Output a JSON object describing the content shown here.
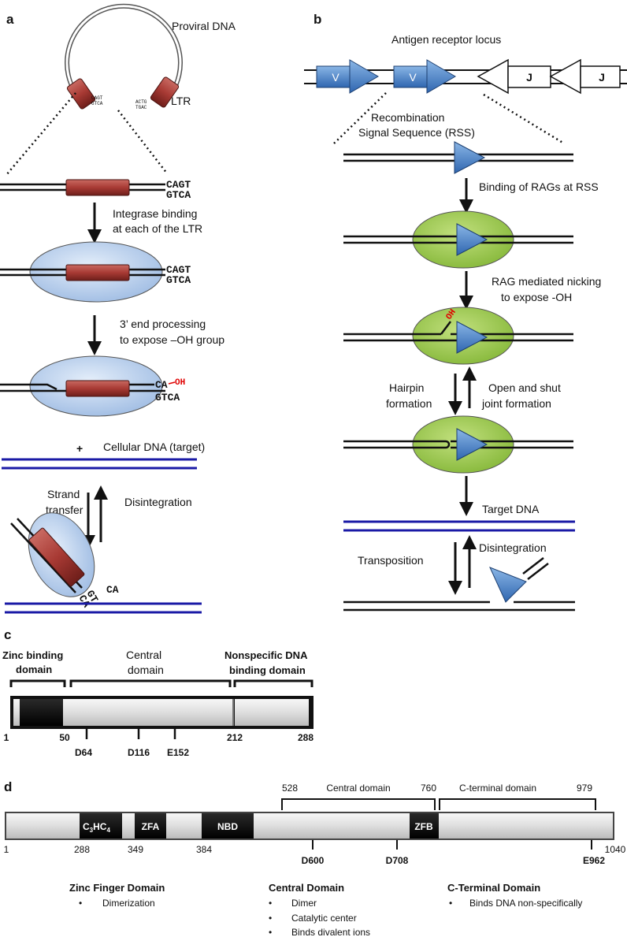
{
  "panel_a": {
    "label": "a",
    "proviral_dna": "Proviral DNA",
    "ltr": "LTR",
    "ltr_left_top": "CAGT",
    "ltr_left_bottom": "GTCA",
    "ltr_right_top": "ACTG",
    "ltr_right_bottom": "TGAC",
    "seq_top": "CAGT",
    "seq_bottom": "GTCA",
    "step1_line1": "Integrase binding",
    "step1_line2": "at each of the LTR",
    "step2_line1": "3’ end processing",
    "step2_line2": "to expose –OH group",
    "processed_top": "CA",
    "oh": "OH",
    "plus": "+",
    "cellular_dna": "Cellular DNA (target)",
    "strand_transfer_1": "Strand",
    "strand_transfer_2": "transfer",
    "disintegration": "Disintegration",
    "end_gt": "GT",
    "end_ca1": "CA",
    "end_ca2": "CA"
  },
  "panel_b": {
    "label": "b",
    "locus": "Antigen receptor locus",
    "v1": "V",
    "v2": "V",
    "j1": "J",
    "j2": "J",
    "rss_line1": "Recombination",
    "rss_line2": "Signal Sequence (RSS)",
    "step1": "Binding of RAGs at RSS",
    "step2_line1": "RAG mediated nicking",
    "step2_line2": "to expose -OH",
    "oh": "OH",
    "hairpin_1": "Hairpin",
    "hairpin_2": "formation",
    "open_1": "Open and shut",
    "open_2": "joint formation",
    "target_dna": "Target DNA",
    "transposition": "Transposition",
    "disintegration": "Disintegration"
  },
  "panel_c": {
    "label": "c",
    "zinc_1": "Zinc binding",
    "zinc_2": "domain",
    "central_1": "Central",
    "central_2": "domain",
    "nonspec_1": "Nonspecific DNA",
    "nonspec_2": "binding domain",
    "pos_1": "1",
    "pos_50": "50",
    "pos_212": "212",
    "pos_288": "288",
    "res_1": "D64",
    "res_2": "D116",
    "res_3": "E152"
  },
  "panel_d": {
    "label": "d",
    "pos_528": "528",
    "central_domain": "Central domain",
    "pos_760": "760",
    "cterm_domain": "C-terminal domain",
    "pos_979": "979",
    "c3hc4_c": "C",
    "c3hc4_3": "3",
    "c3hc4_hc": "HC",
    "c3hc4_4": "4",
    "zfa": "ZFA",
    "nbd": "NBD",
    "zfb": "ZFB",
    "pos_1": "1",
    "pos_288": "288",
    "pos_349": "349",
    "pos_384": "384",
    "pos_1040": "1040",
    "res_1": "D600",
    "res_2": "D708",
    "res_3": "E962",
    "zinc_finger_title": "Zinc Finger Domain",
    "zinc_finger_item": "Dimerization",
    "central_title": "Central Domain",
    "central_items": [
      "Dimer",
      "Catalytic center",
      "Binds divalent ions"
    ],
    "cterm_title": "C-Terminal Domain",
    "cterm_item": "Binds DNA non-specifically",
    "bullet": "•"
  },
  "colors": {
    "ltr_red": "#a83a34",
    "integrase_blue": "#c6daf2",
    "rag_green": "#9ccc4c",
    "rss_blue": "#4f86c6",
    "target_blue": "#1a1aa6",
    "domain_black": "#111111",
    "protein_grey": "#e6e6e6",
    "oh_red": "#e00000"
  }
}
